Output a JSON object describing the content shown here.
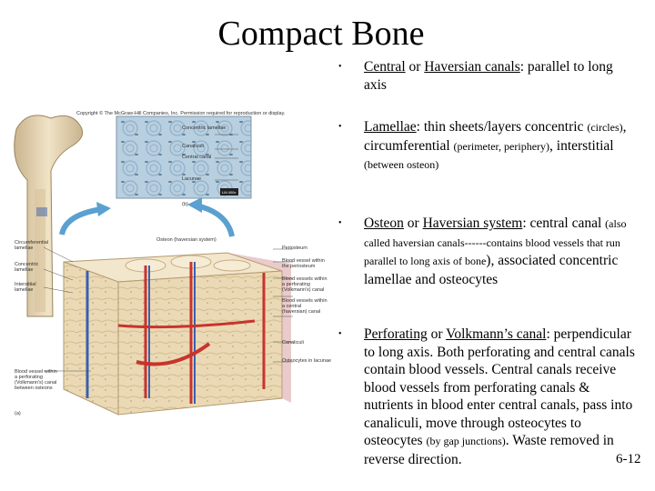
{
  "slide": {
    "title": "Compact Bone",
    "page_number": "6-12"
  },
  "figure": {
    "copyright": "Copyright © The McGraw-Hill Companies, Inc. Permission required for reproduction or display.",
    "micro_labels": [
      "Concentric lamellae",
      "Canaliculi",
      "Central canal",
      "Lacunae"
    ],
    "scale": "LM 400x",
    "panel_b": "(b)",
    "panel_a": "(a)",
    "left_labels": [
      "Circumferential lamellae",
      "Concentric lamellae",
      "Interstitial lamellae",
      "Blood vessel within a perforating (Volkmann's) canal between osteons"
    ],
    "right_labels": [
      "Osteon (haversian system)",
      "Periosteum",
      "Blood vessel within the periosteum",
      "Blood vessels within a perforating (Volkmann's) canal",
      "Blood vessels within a central (haversian) canal",
      "Canaliculi",
      "Osteocytes in lacunae"
    ]
  },
  "bullets": [
    {
      "t1": "Central",
      "t2": " or ",
      "t3": "Haversian canals",
      "t4": ": parallel to long axis"
    },
    {
      "t1": "Lamellae",
      "t2": ": thin sheets/layers concentric ",
      "s1": "(circles)",
      "t3": ", circumferential ",
      "s2": "(perimeter, periphery)",
      "t4": ", interstitial ",
      "s3": "(between osteon)"
    },
    {
      "t1": "Osteon",
      "t2": " or ",
      "t3": "Haversian system",
      "t4": ": central canal ",
      "s1": "(also called haversian canals------contains blood vessels that run parallel to long axis of bone",
      "t5": "), associated concentric lamellae and osteocytes"
    },
    {
      "t1": "Perforating",
      "t2": " or ",
      "t3": "Volkmann’s canal",
      "t4": ": perpendicular to long axis. Both perforating and central canals contain blood vessels.  Central canals receive blood vessels from perforating canals & nutrients in blood enter central canals, pass into canaliculi, move through osteocytes to osteocytes ",
      "s1": "(by gap junctions)",
      "t5": ". Waste removed in reverse direction."
    }
  ],
  "colors": {
    "bone": "#e9d9b6",
    "vessel_red": "#c8342d",
    "vessel_blue": "#3b5fb0",
    "arrow_blue": "#5aa0d0",
    "micro_bg": "#b8cfe0"
  }
}
